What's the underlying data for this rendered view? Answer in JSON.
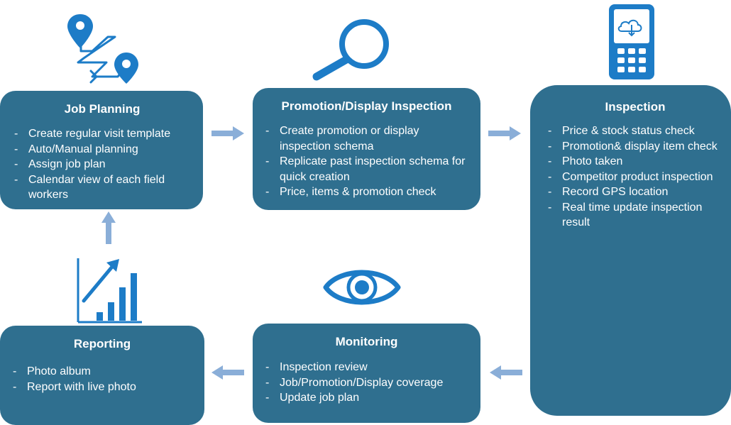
{
  "colors": {
    "box": "#2f6f8f",
    "icon": "#1d7cc7",
    "arrow": "#8aaed8"
  },
  "icons": [
    "map-route-icon",
    "magnifier-icon",
    "handheld-cloud-device-icon",
    "growth-chart-icon",
    "eye-icon"
  ],
  "job_planning": {
    "title": "Job Planning",
    "items": [
      "Create regular visit template",
      "Auto/Manual planning",
      "Assign job plan",
      "Calendar view of each field workers"
    ]
  },
  "promotion_display": {
    "title": "Promotion/Display Inspection",
    "items": [
      "Create promotion or display inspection schema",
      "Replicate past inspection schema for quick creation",
      "Price, items & promotion check"
    ]
  },
  "inspection": {
    "title": "Inspection",
    "items": [
      "Price & stock status check",
      "Promotion& display item check",
      "Photo taken",
      "Competitor product inspection",
      "Record GPS location",
      "Real time update inspection result"
    ]
  },
  "monitoring": {
    "title": "Monitoring",
    "items": [
      "Inspection review",
      "Job/Promotion/Display coverage",
      "Update job plan"
    ]
  },
  "reporting": {
    "title": "Reporting",
    "items": [
      "Photo album",
      "Report with live photo"
    ]
  }
}
